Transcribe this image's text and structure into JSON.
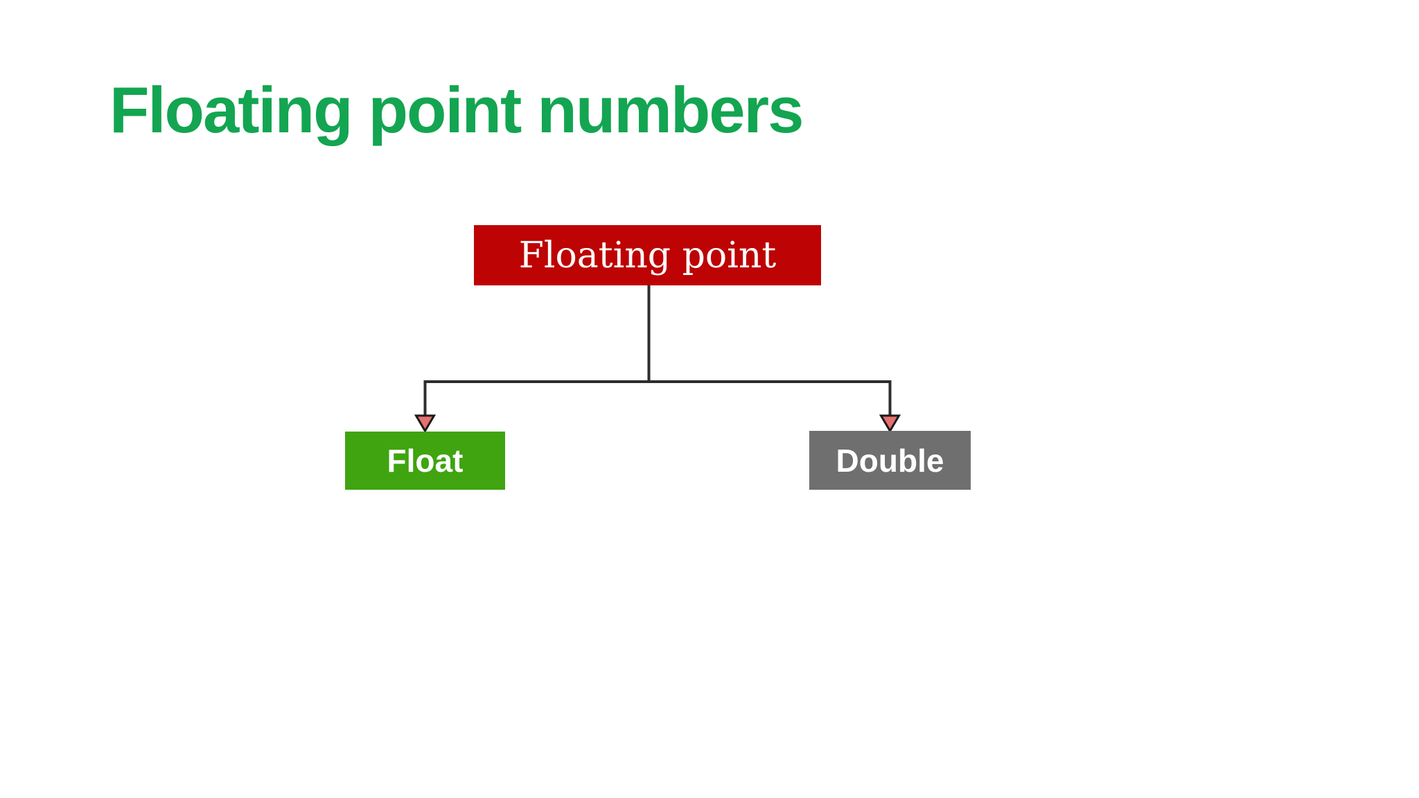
{
  "slide": {
    "background": "#ffffff",
    "title": {
      "text": "Floating point numbers",
      "color": "#13a551"
    }
  },
  "diagram": {
    "root_node": {
      "label": "Floating point",
      "bg": "#bd0304",
      "text_color": "#ffffff"
    },
    "child_nodes": [
      {
        "label": "Float",
        "bg": "#3fa410",
        "text_color": "#ffffff"
      },
      {
        "label": "Double",
        "bg": "#6f6f6f",
        "text_color": "#ffffff"
      }
    ],
    "connectors": {
      "line_color": "#2d2d2d",
      "arrowhead_fill": "#e57070",
      "arrowhead_outline": "#1a1a1a"
    }
  }
}
